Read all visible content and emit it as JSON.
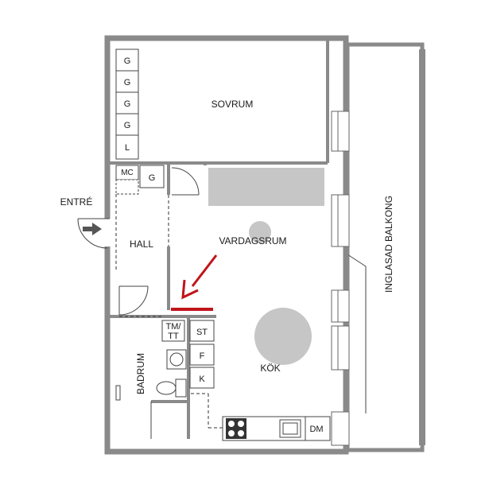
{
  "rooms": {
    "bedroom": "SOVRUM",
    "living": "VARDAGSRUM",
    "hall": "HALL",
    "bathroom": "BADRUM",
    "kitchen": "KÖK",
    "balcony": "INGLASAD BALKONG"
  },
  "entrance": "ENTRÉ",
  "wardrobes": [
    "G",
    "G",
    "G",
    "G",
    "L"
  ],
  "hall_closets": {
    "mc": "MC",
    "g": "G"
  },
  "laundry": {
    "line1": "TM/",
    "line2": "TT"
  },
  "kitchen_units": [
    "ST",
    "F",
    "K"
  ],
  "dishwasher": "DM",
  "colors": {
    "wall": "#8a8a8a",
    "marker": "#c0141a",
    "furniture": "#c6c6c6"
  }
}
